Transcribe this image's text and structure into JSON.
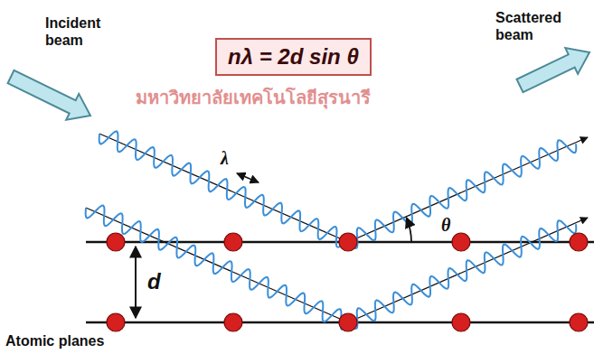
{
  "diagram": {
    "nodes": [
      {
        "text": [
          "nλ = 2d sin θ"
        ]
      }
    ],
    "labels": [
      "Incident beam",
      "Scattered beam",
      "λ",
      "θ",
      "d",
      "Atomic planes",
      "มหาวิทยาลัยเทคโนโลยีสุรนารี"
    ]
  }
}
